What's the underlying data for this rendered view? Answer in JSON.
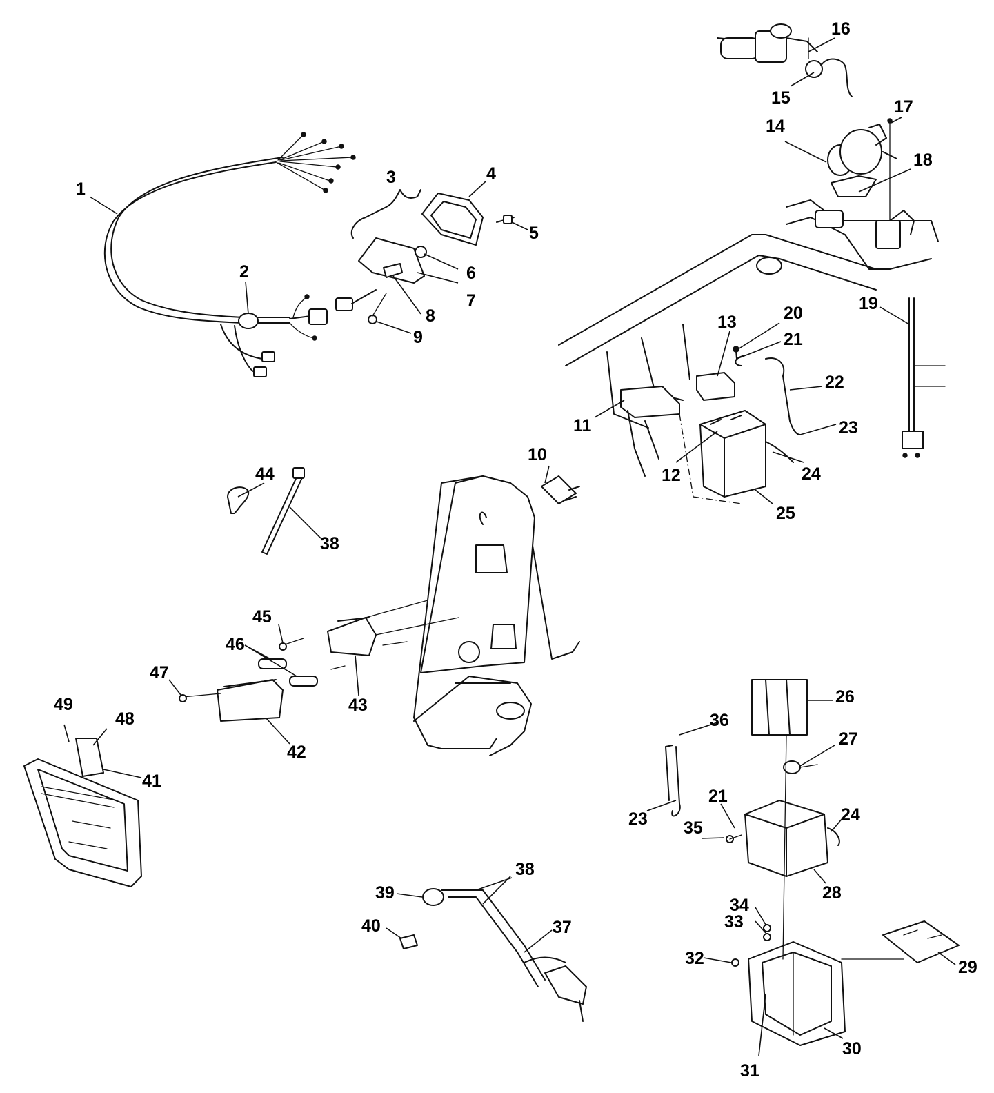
{
  "callouts": [
    {
      "id": "1",
      "label": "1"
    },
    {
      "id": "2",
      "label": "2"
    },
    {
      "id": "3",
      "label": "3"
    },
    {
      "id": "4",
      "label": "4"
    },
    {
      "id": "5",
      "label": "5"
    },
    {
      "id": "6",
      "label": "6"
    },
    {
      "id": "7",
      "label": "7"
    },
    {
      "id": "8",
      "label": "8"
    },
    {
      "id": "9",
      "label": "9"
    },
    {
      "id": "10",
      "label": "10"
    },
    {
      "id": "11",
      "label": "11"
    },
    {
      "id": "12",
      "label": "12"
    },
    {
      "id": "13",
      "label": "13"
    },
    {
      "id": "14",
      "label": "14"
    },
    {
      "id": "15",
      "label": "15"
    },
    {
      "id": "16",
      "label": "16"
    },
    {
      "id": "17",
      "label": "17"
    },
    {
      "id": "18",
      "label": "18"
    },
    {
      "id": "19",
      "label": "19"
    },
    {
      "id": "20",
      "label": "20"
    },
    {
      "id": "21a",
      "label": "21"
    },
    {
      "id": "22",
      "label": "22"
    },
    {
      "id": "23a",
      "label": "23"
    },
    {
      "id": "24a",
      "label": "24"
    },
    {
      "id": "25",
      "label": "25"
    },
    {
      "id": "26",
      "label": "26"
    },
    {
      "id": "27",
      "label": "27"
    },
    {
      "id": "23b",
      "label": "23"
    },
    {
      "id": "21b",
      "label": "21"
    },
    {
      "id": "24b",
      "label": "24"
    },
    {
      "id": "35",
      "label": "35"
    },
    {
      "id": "36",
      "label": "36"
    },
    {
      "id": "28",
      "label": "28"
    },
    {
      "id": "34",
      "label": "34"
    },
    {
      "id": "33",
      "label": "33"
    },
    {
      "id": "32",
      "label": "32"
    },
    {
      "id": "29",
      "label": "29"
    },
    {
      "id": "30",
      "label": "30"
    },
    {
      "id": "31",
      "label": "31"
    },
    {
      "id": "37",
      "label": "37"
    },
    {
      "id": "38a",
      "label": "38"
    },
    {
      "id": "38b",
      "label": "38"
    },
    {
      "id": "39",
      "label": "39"
    },
    {
      "id": "40",
      "label": "40"
    },
    {
      "id": "41",
      "label": "41"
    },
    {
      "id": "42",
      "label": "42"
    },
    {
      "id": "43",
      "label": "43"
    },
    {
      "id": "44",
      "label": "44"
    },
    {
      "id": "45",
      "label": "45"
    },
    {
      "id": "46",
      "label": "46"
    },
    {
      "id": "47",
      "label": "47"
    },
    {
      "id": "48",
      "label": "48"
    },
    {
      "id": "49",
      "label": "49"
    }
  ]
}
